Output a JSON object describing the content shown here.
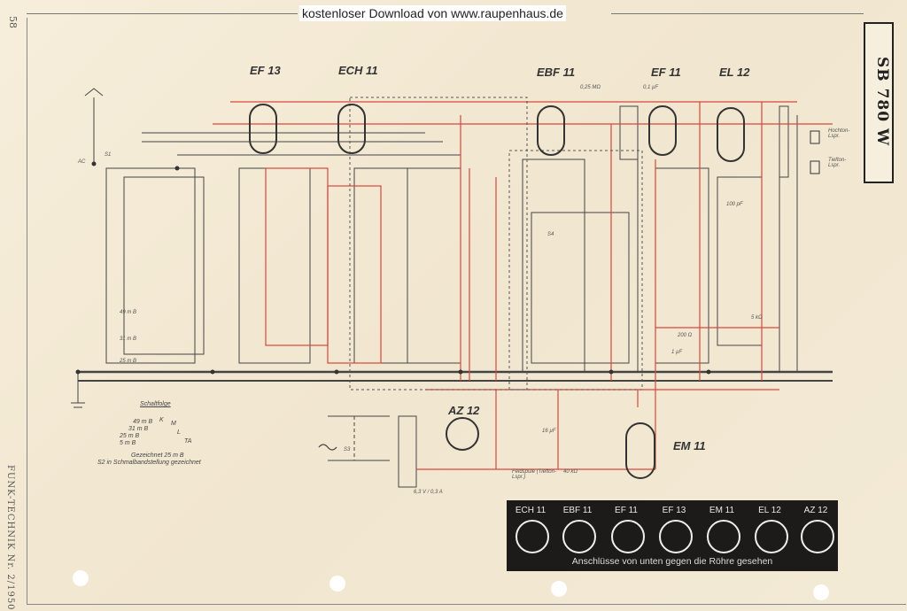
{
  "banner": "kostenloser Download von www.raupenhaus.de",
  "model": "SB 780 W",
  "page_number": "58",
  "journal": "FUNK-TECHNIK Nr. 2/1950",
  "tubes": [
    "EF 13",
    "ECH 11",
    "EBF 11",
    "EF 11",
    "EL 12",
    "AZ 12",
    "EM 11"
  ],
  "pin_panel": {
    "sockets": [
      "ECH 11",
      "EBF 11",
      "EF 11",
      "EF 13",
      "EM 11",
      "EL 12",
      "AZ 12"
    ],
    "caption": "Anschlüsse von unten gegen die Röhre gesehen"
  },
  "legend": {
    "title": "Schaltfolge",
    "positions": [
      "49 m B",
      "31 m B",
      "25 m B",
      "5 m B",
      "K",
      "M",
      "L",
      "TA"
    ],
    "note1": "Gezeichnet 25 m B",
    "note2": "S2 in Schmalbandstellung gezeichnet"
  },
  "component_labels": {
    "r_025": "0,25 MΩ",
    "c_01": "0,1 µF",
    "band_49": "49 m B",
    "band_31": "31 m B",
    "band_25": "25 m B",
    "speaker_hi": "Hochton-Lspr.",
    "speaker_lo": "Tiefton-Lspr.",
    "s4": "S4",
    "c_16": "16 µF",
    "heater": "6,3 V / 0,3 A",
    "field_coil": "Feldspule (Tiefton-Lspr.)",
    "r_40": "40 kΩ",
    "s1": "S1",
    "s3": "S3",
    "ac": "AC",
    "r_5k": "5 kΩ",
    "r_200": "200 Ω",
    "c_1uf": "1 µF",
    "c_100": "100 pF"
  }
}
